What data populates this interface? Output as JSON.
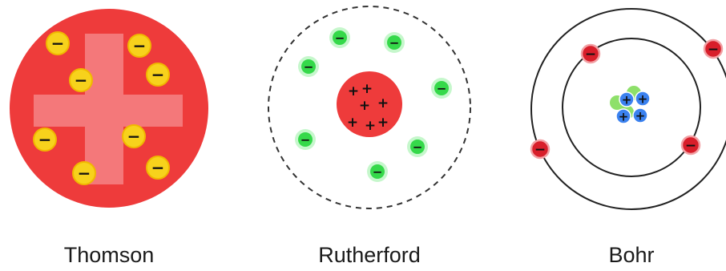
{
  "models": [
    {
      "id": "thomson",
      "label": "Thomson",
      "colors": {
        "sphere": "#ee3b3b",
        "cross": "#f4787a",
        "electron": "#f7d21c",
        "electron_stroke": "#f0b800"
      },
      "electron_charge": "−"
    },
    {
      "id": "rutherford",
      "label": "Rutherford",
      "colors": {
        "nucleus": "#ee3b3b",
        "electron": "#35d94a",
        "electron_glow": "#b8f5bf",
        "orbit": "#333333"
      },
      "electron_charge": "−",
      "nucleus_charge": "+"
    },
    {
      "id": "bohr",
      "label": "Bohr",
      "colors": {
        "orbit": "#222222",
        "electron": "#d81e2a",
        "electron_ring": "#f2a0a4",
        "proton": "#3b82f0",
        "neutron": "#8ee06a"
      },
      "electron_charge": "−",
      "proton_charge": "+"
    }
  ]
}
